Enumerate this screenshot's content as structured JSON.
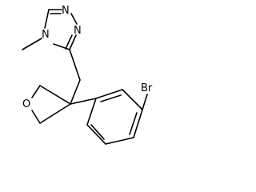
{
  "molecule": {
    "atoms": {
      "n_top": "N",
      "n_right": "N",
      "n_methyl": "N",
      "oxygen": "O",
      "bromine": "Br"
    }
  },
  "colors": {
    "bond": "#000000",
    "label": "#000000",
    "background": "#ffffff"
  }
}
